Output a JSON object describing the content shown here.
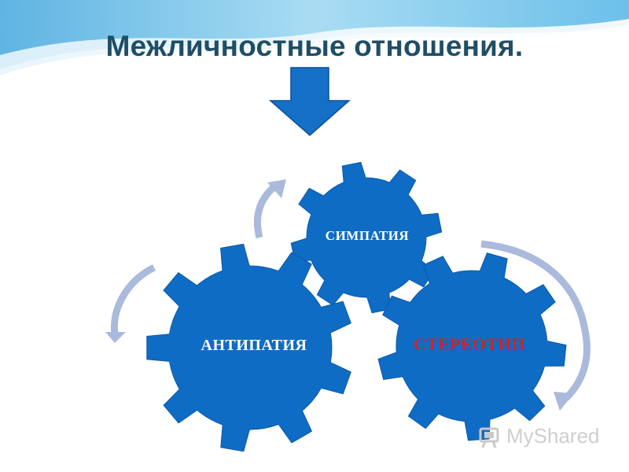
{
  "slide": {
    "title": "Межличностные отношения."
  },
  "gears": {
    "sympathy_label": "СИМПАТИЯ",
    "antipathy_label": "АНТИПАТИЯ",
    "stereotype_label": "СТЕРЕОТИП"
  },
  "watermark": {
    "text": "MyShared"
  },
  "colors": {
    "title": "#1f4e66",
    "gear_fill": "#0f6cc4",
    "arrow_fill": "#1570c8",
    "curved_arrow": "#aabadc",
    "stereotype_text": "#d3202a",
    "header_wave": "#7fc4ea"
  }
}
